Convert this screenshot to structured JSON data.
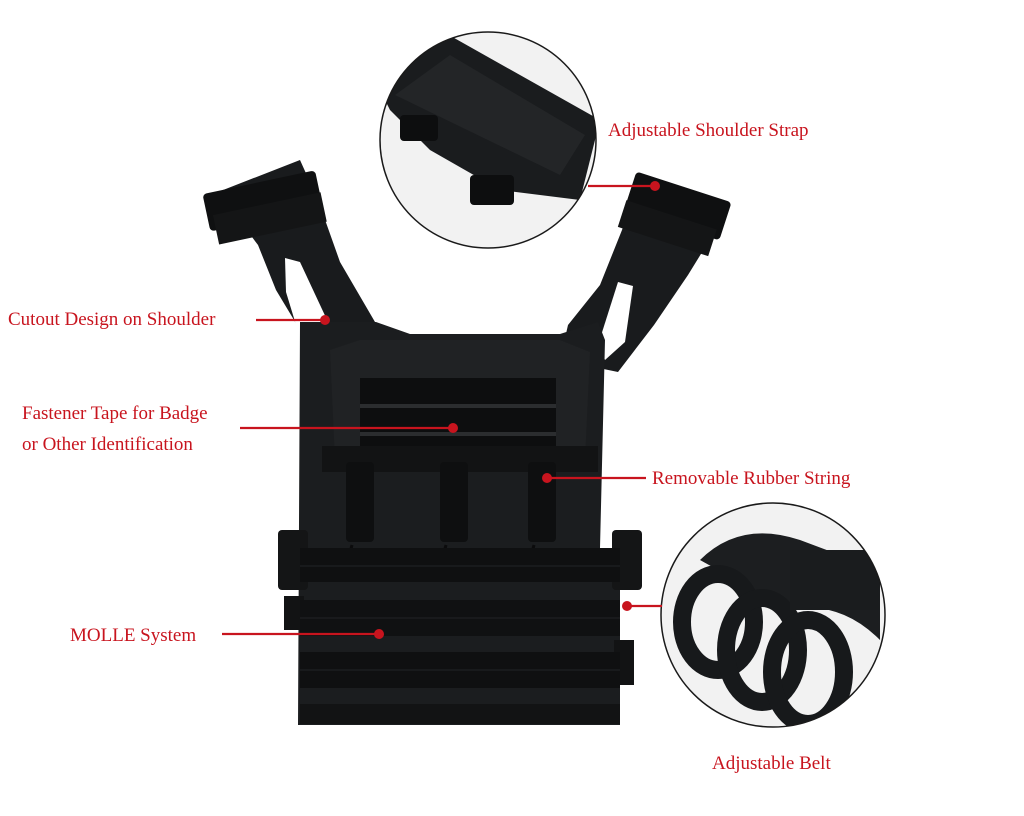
{
  "labels": {
    "shoulder_strap": "Adjustable Shoulder Strap",
    "cutout": "Cutout Design on Shoulder",
    "fastener_line1": "Fastener Tape for Badge",
    "fastener_line2": "or Other Identification",
    "rubber_string": "Removable Rubber String",
    "molle": "MOLLE System",
    "belt": "Adjustable Belt"
  },
  "colors": {
    "annotation": "#c8141e",
    "vest": "#17191b",
    "background": "#ffffff"
  }
}
